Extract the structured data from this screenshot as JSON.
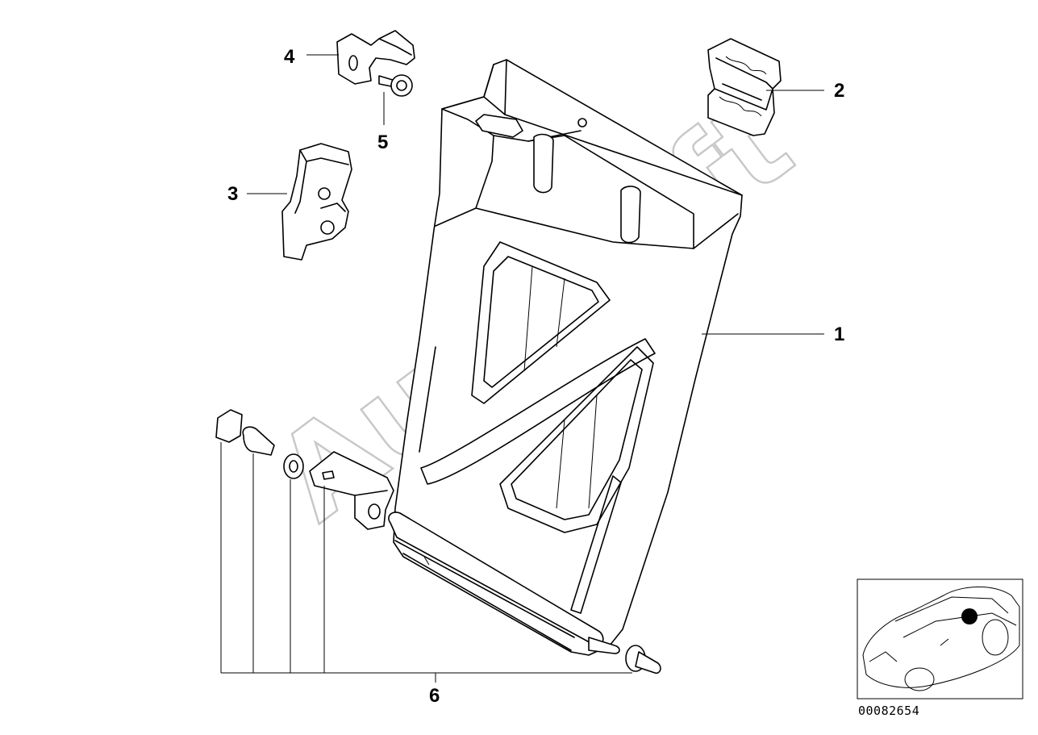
{
  "callouts": {
    "c1": "1",
    "c2": "2",
    "c3": "3",
    "c4": "4",
    "c5": "5",
    "c6": "6"
  },
  "watermark": "AutoSoft",
  "part_number": "00082654",
  "colors": {
    "line": "#000000",
    "background": "#ffffff",
    "watermark": "#c8c8c8"
  }
}
